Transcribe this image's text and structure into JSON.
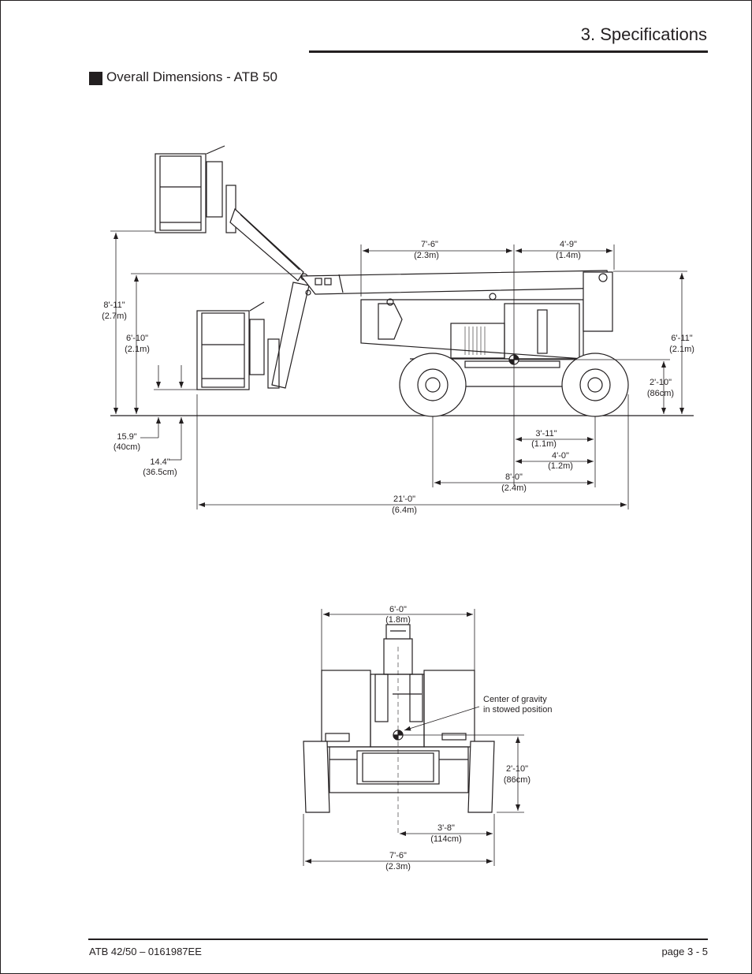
{
  "header": {
    "chapter_title": "3. Specifications"
  },
  "section": {
    "title": "Overall Dimensions - ATB 50"
  },
  "side_view": {
    "dims": {
      "boom_reach_1": "7'-6\"",
      "boom_reach_1_m": "(2.3m)",
      "boom_reach_2": "4'-9\"",
      "boom_reach_2_m": "(1.4m)",
      "platform_height_raised": "8'-11\"",
      "platform_height_raised_m": "(2.7m)",
      "platform_height_stowed": "6'-10\"",
      "platform_height_stowed_m": "(2.1m)",
      "overall_height": "6'-11\"",
      "overall_height_m": "(2.1m)",
      "cog_height": "2'-10\"",
      "cog_height_m": "(86cm)",
      "platform_floor_1": "15.9\"",
      "platform_floor_1_m": "(40cm)",
      "platform_floor_2": "14.4\"",
      "platform_floor_2_m": "(36.5cm)",
      "cog_to_rear_axle": "3'-11\"",
      "cog_to_rear_axle_m": "(1.1m)",
      "axle_to_axle_partial": "4'-0\"",
      "axle_to_axle_partial_m": "(1.2m)",
      "wheelbase": "8'-0\"",
      "wheelbase_m": "(2.4m)",
      "overall_length": "21'-0\"",
      "overall_length_m": "(6.4m)"
    }
  },
  "front_view": {
    "dims": {
      "body_width": "6'-0\"",
      "body_width_m": "(1.8m)",
      "cog_height": "2'-10\"",
      "cog_height_m": "(86cm)",
      "half_track": "3'-8\"",
      "half_track_m": "(114cm)",
      "overall_width": "7'-6\"",
      "overall_width_m": "(2.3m)"
    },
    "cog_label_line1": "Center of gravity",
    "cog_label_line2": "in stowed position"
  },
  "footer": {
    "doc_id": "ATB 42/50 – 0161987EE",
    "page": "page  3 - 5"
  }
}
